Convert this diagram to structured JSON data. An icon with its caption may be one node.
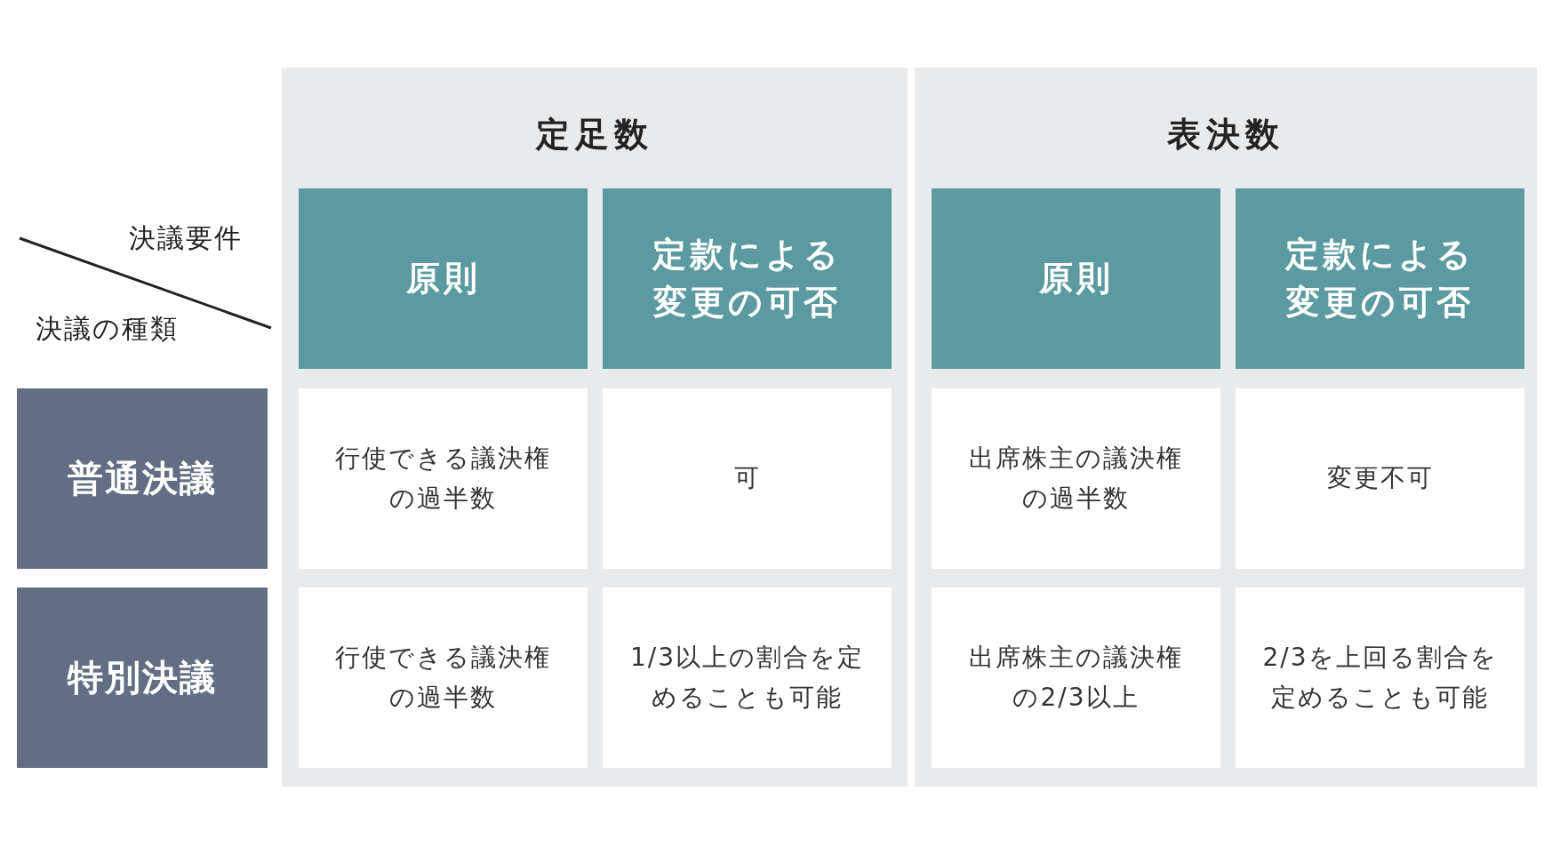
{
  "diagram": {
    "nodes": [
      {
        "text": [
          "定足数"
        ]
      },
      {
        "text": [
          "原則"
        ],
        "in": 0
      },
      {
        "text": [
          "定款による変更の可否"
        ],
        "in": 0
      },
      {
        "text": [
          "行使できる議決権の過半数"
        ],
        "in": 0
      },
      {
        "text": [
          "可"
        ],
        "in": 0
      },
      {
        "text": [
          "行使できる議決権の過半数"
        ],
        "in": 0
      },
      {
        "text": [
          "1/3以上の割合を定めることも可能"
        ],
        "in": 0
      },
      {
        "text": [
          "表決数"
        ]
      },
      {
        "text": [
          "原則"
        ],
        "in": 7
      },
      {
        "text": [
          "定款による変更の可否"
        ],
        "in": 7
      },
      {
        "text": [
          "出席株主の議決権の過半数"
        ],
        "in": 7
      },
      {
        "text": [
          "変更不可"
        ],
        "in": 7
      },
      {
        "text": [
          "出席株主の議決権の2/3以上"
        ],
        "in": 7
      },
      {
        "text": [
          "2/3を上回る割合を定めることも可能"
        ],
        "in": 7
      },
      {
        "text": [
          "普通決議"
        ]
      },
      {
        "text": [
          "特別決議"
        ]
      }
    ],
    "edges": [],
    "labels": [
      "決議要件",
      "決議の種類"
    ]
  }
}
